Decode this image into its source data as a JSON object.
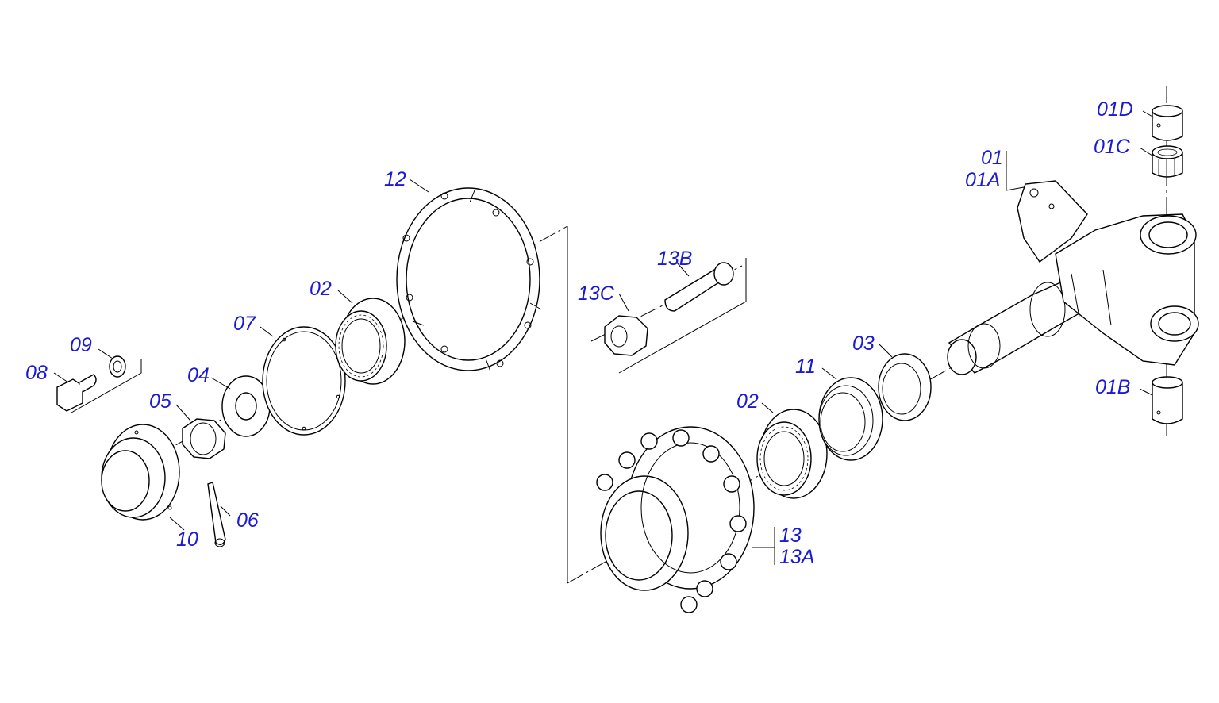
{
  "labels": {
    "l01": "01",
    "l01A": "01A",
    "l01B": "01B",
    "l01C": "01C",
    "l01D": "01D",
    "l02a": "02",
    "l02b": "02",
    "l03": "03",
    "l04": "04",
    "l05": "05",
    "l06": "06",
    "l07": "07",
    "l08": "08",
    "l09": "09",
    "l10": "10",
    "l11": "11",
    "l12": "12",
    "l13": "13",
    "l13A": "13A",
    "l13B": "13B",
    "l13C": "13C"
  },
  "colors": {
    "label": "#1a1ad6",
    "line": "#000000",
    "background": "#ffffff"
  }
}
